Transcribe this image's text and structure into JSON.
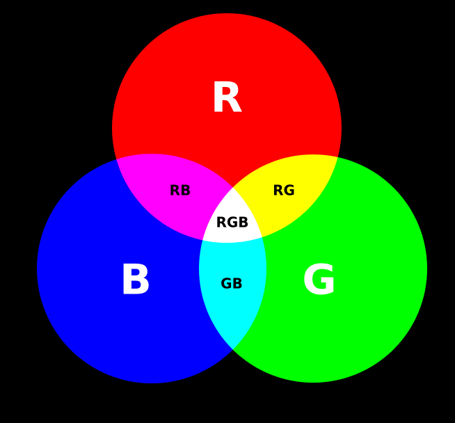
{
  "background_color": "#000000",
  "circles": {
    "red": {
      "label": "R",
      "color": "#ff0000"
    },
    "green": {
      "label": "G",
      "color": "#00ff00"
    },
    "blue": {
      "label": "B",
      "color": "#0000ff"
    }
  },
  "overlaps": {
    "red_blue": {
      "label": "RB",
      "color": "#ff00ff"
    },
    "red_green": {
      "label": "RG",
      "color": "#ffff00"
    },
    "green_blue": {
      "label": "GB",
      "color": "#00ffff"
    },
    "all": {
      "label": "RGB",
      "color": "#ffffff"
    }
  }
}
